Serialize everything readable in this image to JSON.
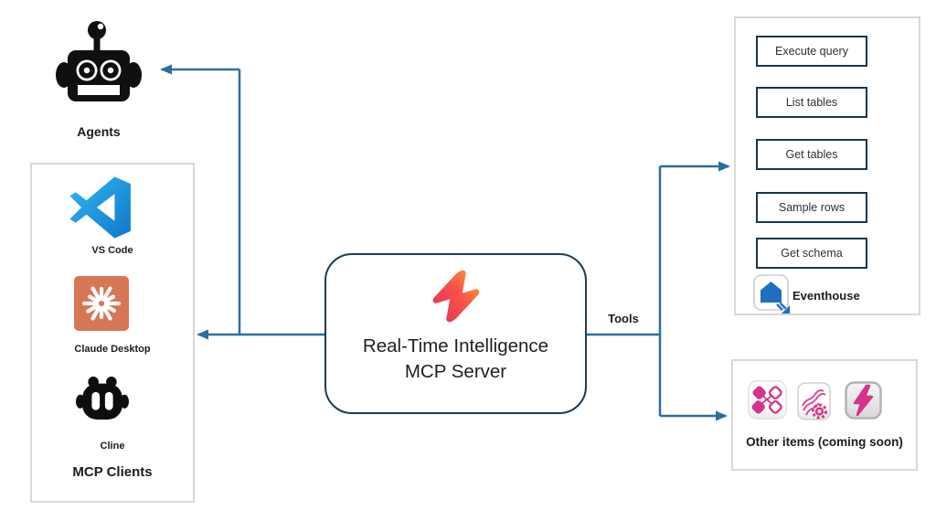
{
  "agents": {
    "label": "Agents",
    "icon": "robot-icon"
  },
  "mcp_clients": {
    "title": "MCP Clients",
    "items": [
      {
        "label": "VS Code",
        "icon": "vscode-icon"
      },
      {
        "label": "Claude Desktop",
        "icon": "claude-icon"
      },
      {
        "label": "Cline",
        "icon": "cline-icon"
      }
    ]
  },
  "server": {
    "name_line1": "Real-Time Intelligence",
    "name_line2": "MCP Server",
    "icon": "real-time-intelligence-bolt-icon"
  },
  "connections": {
    "tools_label": "Tools"
  },
  "tools_panel": {
    "buttons": [
      "Execute query",
      "List tables",
      "Get tables",
      "Sample rows",
      "Get schema"
    ],
    "eventhouse_label": "Eventhouse",
    "eventhouse_icon": "eventhouse-house-icon"
  },
  "other_panel": {
    "label": "Other items (coming soon)",
    "icons": [
      "eventstream-icon",
      "stream-processing-gear-icon",
      "activator-bolt-icon"
    ]
  },
  "colors": {
    "connector": "#2c6e9d",
    "server_border": "#1d3d55",
    "tool_button_border": "#16374f",
    "panel_border": "#d9d9d9",
    "text": "#1c1c1c",
    "pink": "#d6338b",
    "claude_orange": "#d77655",
    "eventhouse_blue": "#1f70c1"
  }
}
